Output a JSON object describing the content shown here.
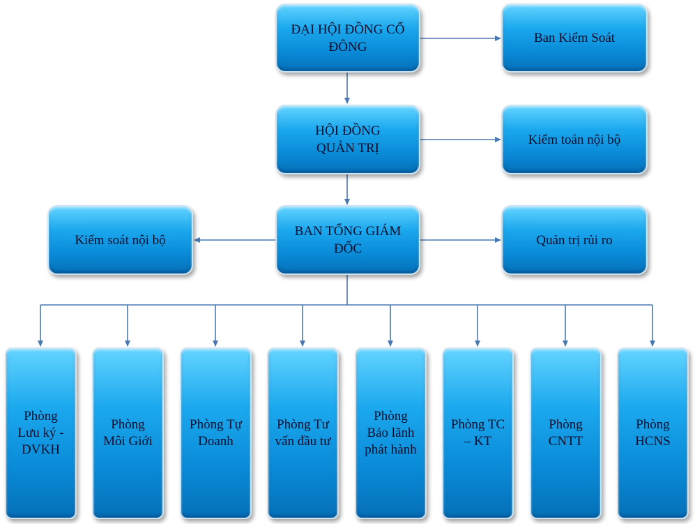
{
  "nodes": {
    "dhdcd": "ĐẠI HỘI ĐỒNG CỔ\nĐÔNG",
    "bks": "Ban Kiểm Soát",
    "hdqt": "HỘI ĐỒNG\nQUẢN TRỊ",
    "ktnb": "Kiểm toán nội bộ",
    "btgd": "BAN TỔNG GIÁM\nĐỐC",
    "ksnb": "Kiểm soát nội bộ",
    "qtrr": "Quản trị rủi ro"
  },
  "departments": [
    "Phòng\nLưu ký  -\nDVKH",
    "Phòng\nMôi Giới",
    "Phòng Tự\nDoanh",
    "Phòng Tư\nvấn đầu tư",
    "Phòng\nBảo lãnh\nphát hành",
    "Phòng TC\n– KT",
    "Phòng\nCNTT",
    "Phòng\nHCNS"
  ],
  "colors": {
    "connector": "#4a78b0",
    "box_top": "#63d4ff",
    "box_bottom": "#0570b8"
  }
}
